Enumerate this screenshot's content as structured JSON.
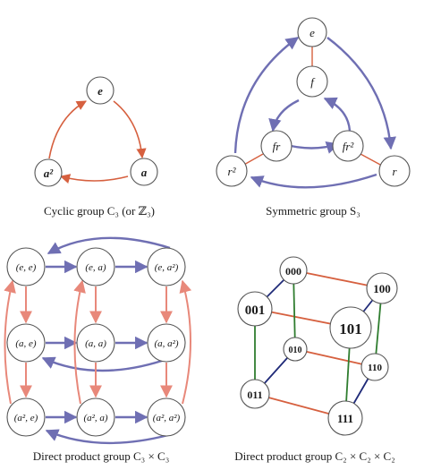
{
  "colors": {
    "red": "#d6603f",
    "salmon": "#e8887a",
    "blue": "#6f6fb3",
    "navy": "#1f2a78",
    "green": "#2f7d2f",
    "node_stroke": "#555555"
  },
  "panels": {
    "cyclic": {
      "caption": "Cyclic group C₃ (or ℤ₃)",
      "nodes": [
        {
          "id": "e",
          "label": "e"
        },
        {
          "id": "a",
          "label": "a"
        },
        {
          "id": "a2",
          "label": "a²"
        }
      ]
    },
    "symmetric": {
      "caption": "Symmetric group S₃",
      "nodes": [
        {
          "id": "e",
          "label": "e"
        },
        {
          "id": "f",
          "label": "f"
        },
        {
          "id": "fr",
          "label": "fr"
        },
        {
          "id": "fr2",
          "label": "fr²"
        },
        {
          "id": "r2",
          "label": "r²"
        },
        {
          "id": "r",
          "label": "r"
        }
      ]
    },
    "c3c3": {
      "caption": "Direct product group C₃ × C₃",
      "nodes": [
        {
          "id": "ee",
          "label": "(e, e)"
        },
        {
          "id": "ea",
          "label": "(e, a)"
        },
        {
          "id": "ea2",
          "label": "(e, a²)"
        },
        {
          "id": "ae",
          "label": "(a, e)"
        },
        {
          "id": "aa",
          "label": "(a, a)"
        },
        {
          "id": "aa2",
          "label": "(a, a²)"
        },
        {
          "id": "a2e",
          "label": "(a², e)"
        },
        {
          "id": "a2a",
          "label": "(a², a)"
        },
        {
          "id": "a2a2",
          "label": "(a², a²)"
        }
      ]
    },
    "c2c2c2": {
      "caption": "Direct product group C₂ × C₂ × C₂",
      "nodes": [
        {
          "id": "000",
          "label": "000"
        },
        {
          "id": "100",
          "label": "100"
        },
        {
          "id": "001",
          "label": "001"
        },
        {
          "id": "101",
          "label": "101"
        },
        {
          "id": "010",
          "label": "010"
        },
        {
          "id": "110",
          "label": "110"
        },
        {
          "id": "011",
          "label": "011"
        },
        {
          "id": "111",
          "label": "111"
        }
      ]
    }
  }
}
